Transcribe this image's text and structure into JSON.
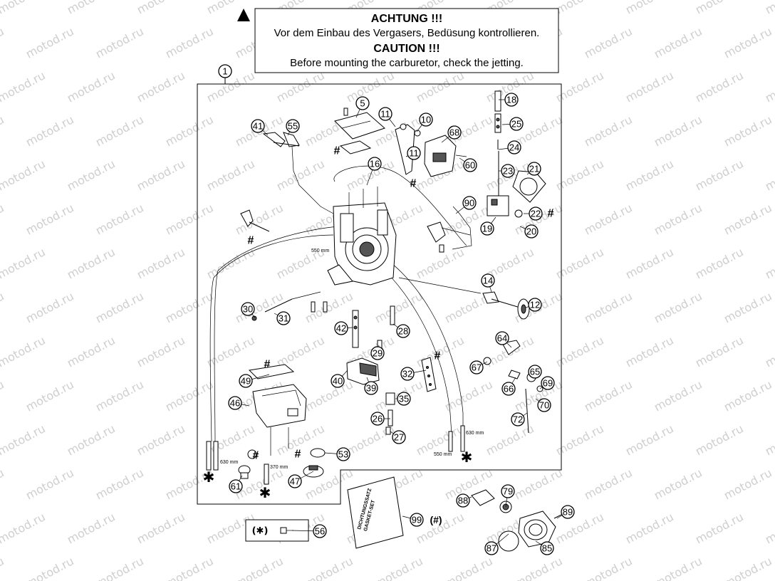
{
  "warning": {
    "heading_de": "ACHTUNG !!!",
    "text_de": "Vor dem Einbau des Vergasers, Bedüsung kontrollieren.",
    "heading_en": "CAUTION !!!",
    "text_en": "Before mounting the carburetor, check the jetting."
  },
  "watermark": "motod.ru",
  "assembly_callout": "1",
  "callouts": [
    "5",
    "11",
    "10",
    "68",
    "60",
    "11",
    "41",
    "55",
    "16",
    "18",
    "25",
    "24",
    "23",
    "21",
    "22",
    "20",
    "19",
    "90",
    "14",
    "12",
    "30",
    "31",
    "42",
    "28",
    "29",
    "32",
    "40",
    "39",
    "35",
    "26",
    "27",
    "64",
    "67",
    "65",
    "69",
    "66",
    "70",
    "72",
    "49",
    "46",
    "53",
    "47",
    "61",
    "79",
    "88",
    "89",
    "87",
    "85",
    "99",
    "56"
  ],
  "gasket_set": {
    "line1": "DICHTUNGSSATZ",
    "line2": "GASKET-SET",
    "suffix": "(#)"
  },
  "kit_box": {
    "symbol": "(✱)"
  },
  "markers": {
    "hash": "#",
    "star": "✱"
  },
  "measurements": [
    "550 mm",
    "630 mm",
    "370 mm",
    "630 mm",
    "550 mm"
  ]
}
